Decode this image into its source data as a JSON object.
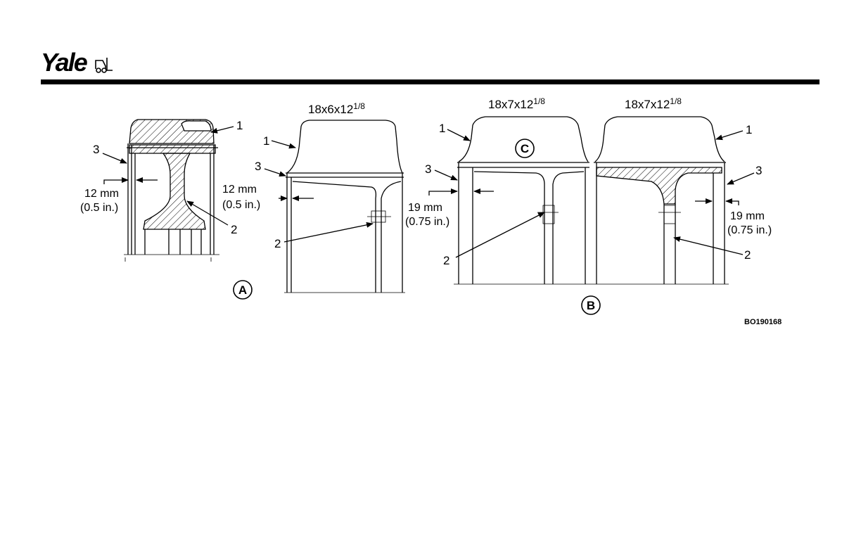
{
  "brand": {
    "logo_text": "Yale"
  },
  "figure": {
    "sizes": {
      "a": {
        "base": "18x6x12",
        "frac": "1/8"
      },
      "b1": {
        "base": "18x7x12",
        "frac": "1/8"
      },
      "b2": {
        "base": "18x7x12",
        "frac": "1/8"
      }
    },
    "callouts": {
      "one": "1",
      "two": "2",
      "three": "3"
    },
    "dims": {
      "mm12": "12 mm",
      "in05": "(0.5 in.)",
      "mm19": "19 mm",
      "in075": "(0.75 in.)"
    },
    "views": {
      "a": "A",
      "b": "B",
      "c": "C"
    },
    "code": "BO190168"
  }
}
